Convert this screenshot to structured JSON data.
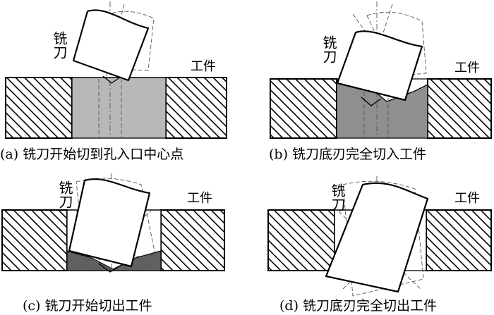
{
  "panels": [
    {
      "id": "a",
      "caption": "(a) 铣刀开始切到孔入口中心点",
      "tool_label": "铣刀",
      "workpiece_label": "工件"
    },
    {
      "id": "b",
      "caption": "(b) 铣刀底刃完全切入工件",
      "tool_label": "铣刀",
      "workpiece_label": "工件"
    },
    {
      "id": "c",
      "caption": "(c) 铣刀开始切出工件",
      "tool_label": "铣刀",
      "workpiece_label": "工件"
    },
    {
      "id": "d",
      "caption": "(d) 铣刀底刃完全切出工件",
      "tool_label": "铣刀",
      "workpiece_label": "工件"
    }
  ],
  "colors": {
    "hole_light": "#b8b8b8",
    "hole_mid": "#8f8f8f",
    "chip": "#606060"
  }
}
